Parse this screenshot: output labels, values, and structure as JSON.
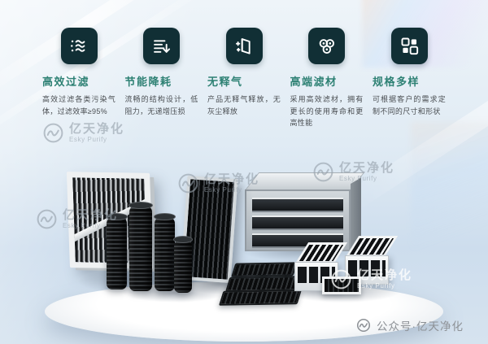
{
  "brand": {
    "name_cn": "亿天净化",
    "name_en": "Esky Purify"
  },
  "features": [
    {
      "title": "高效过滤",
      "desc": "高效过滤各类污染气体，过滤效率≥95%",
      "icon": "air-filtration-icon"
    },
    {
      "title": "节能降耗",
      "desc": "流畅的结构设计，低阻力，无递增压损",
      "icon": "energy-saving-icon"
    },
    {
      "title": "无释气",
      "desc": "产品无释气释放，无灰尘释放",
      "icon": "no-offgas-icon"
    },
    {
      "title": "高端滤材",
      "desc": "采用高效滤材，拥有更长的使用寿命和更高性能",
      "icon": "premium-filter-media-icon"
    },
    {
      "title": "规格多样",
      "desc": "可根据客户的需求定制不同的尺寸和形状",
      "icon": "multiple-sizes-icon"
    }
  ],
  "footer": {
    "account_label": "公众号·亿天净化"
  },
  "colors": {
    "accent": "#2e8174",
    "icon_bg": "#112f35",
    "body_text": "#4a4e52",
    "watermark": "#96a1ab",
    "footer_text": "#8d9196"
  }
}
